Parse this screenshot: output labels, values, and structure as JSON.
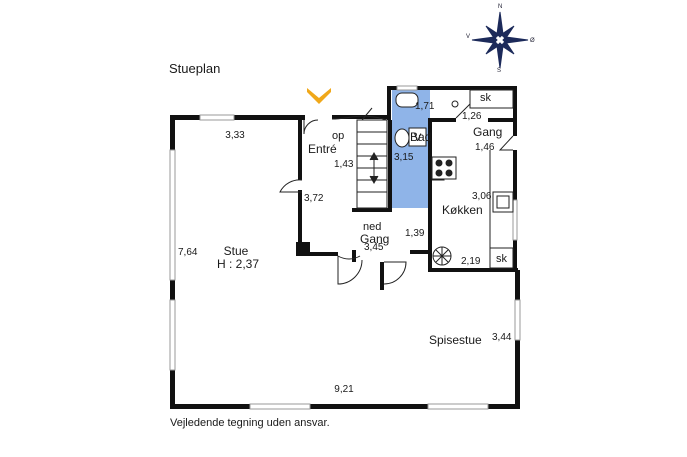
{
  "title": "Stueplan",
  "disclaimer": "Vejledende tegning uden ansvar.",
  "compass": {
    "n": "N",
    "s": "S",
    "v": "V",
    "o": "Ø"
  },
  "rooms": {
    "stue": {
      "name": "Stue",
      "height": "H : 2,37"
    },
    "entre": {
      "name": "Entré"
    },
    "bad": {
      "name": "Bad"
    },
    "gang_upper": {
      "name": "Gang"
    },
    "gang_lower": {
      "name": "Gang"
    },
    "koekken": {
      "name": "Køkken"
    },
    "spisestue": {
      "name": "Spisestue"
    }
  },
  "labels": {
    "op": "op",
    "ned": "ned",
    "sk_top": "sk",
    "sk_bottom": "sk",
    "v_box": "V"
  },
  "dimensions": {
    "d333": "3,33",
    "d764": "7,64",
    "d921": "9,21",
    "d344": "3,44",
    "d372": "3,72",
    "d143": "1,43",
    "d171": "1,71",
    "d315": "3,15",
    "d126": "1,26",
    "d146": "1,46",
    "d306": "3,06",
    "d139": "1,39",
    "d345": "3,45",
    "d219": "2,19"
  },
  "colors": {
    "wall": "#111111",
    "bathroom": "#8fb4e8",
    "entrance_marker": "#f0a81a",
    "window": "#9a9a9a",
    "compass": "#1c2a5a"
  }
}
